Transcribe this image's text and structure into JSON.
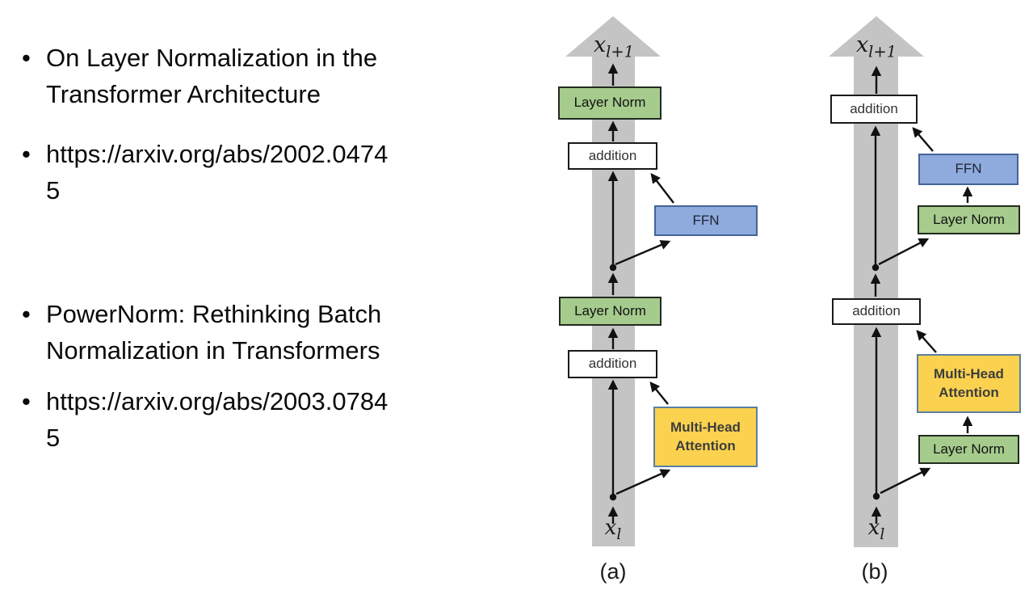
{
  "slide": {
    "bullets": [
      {
        "marker": "•",
        "text": "On Layer Normalization in the Transformer Architecture"
      },
      {
        "marker": "•",
        "text": "https://arxiv.org/abs/2002.04745"
      },
      {
        "marker": "•",
        "text": "PowerNorm: Rethinking Batch Normalization in Transformers"
      },
      {
        "marker": "•",
        "text": "https://arxiv.org/abs/2003.07845"
      }
    ]
  },
  "diagrams": {
    "a": {
      "caption": "(a)",
      "output_var": "x",
      "output_sub": "l+1",
      "input_var": "x",
      "input_sub": "l",
      "layer_norm_top": "Layer Norm",
      "addition_top": "addition",
      "ffn": "FFN",
      "layer_norm_bottom": "Layer Norm",
      "addition_bottom": "addition",
      "multi_head_attention": "Multi-Head Attention"
    },
    "b": {
      "caption": "(b)",
      "output_var": "x",
      "output_sub": "l+1",
      "input_var": "x",
      "input_sub": "l",
      "addition_top": "addition",
      "ffn": "FFN",
      "layer_norm_upper": "Layer Norm",
      "addition_lower": "addition",
      "multi_head_attention": "Multi-Head Attention",
      "layer_norm_lower": "Layer Norm"
    }
  },
  "colors": {
    "layer_norm_fill": "#a5cb8d",
    "ffn_fill": "#8faadc",
    "ffn_border": "#44639c",
    "attention_fill": "#fbd24f",
    "attention_border": "#5b7fa2",
    "addition_fill": "#ffffff",
    "flow_band": "#c4c4c4",
    "arrow": "#111111",
    "text": "#000000"
  }
}
